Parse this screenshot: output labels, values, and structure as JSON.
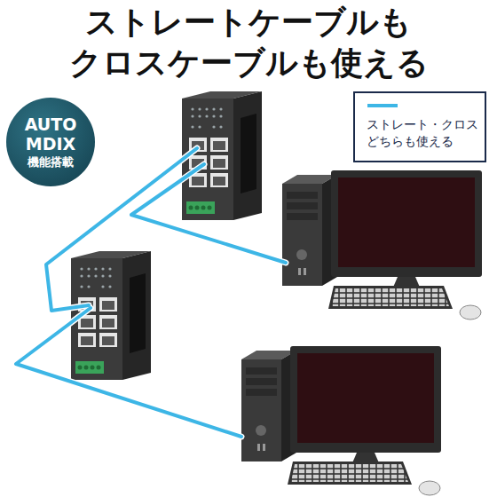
{
  "diagram": {
    "title": "ストレートケーブルも クロスケーブルも使える",
    "nodes": [
      {
        "text": [
          "AUTO MDIX",
          "機能搭載"
        ]
      }
    ],
    "legend": [
      {
        "text": "ストレート・クロス どちらも使える"
      }
    ]
  }
}
